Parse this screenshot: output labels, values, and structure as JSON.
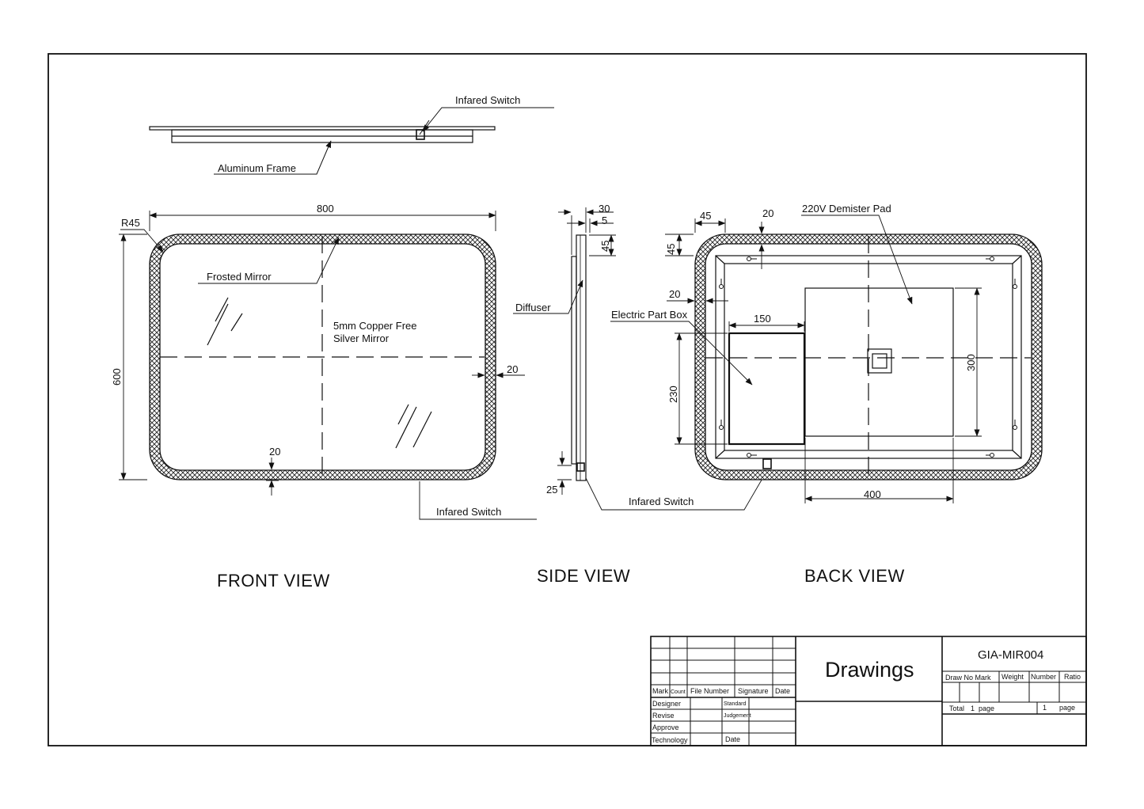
{
  "views": {
    "front": "FRONT VIEW",
    "side": "SIDE VIEW",
    "back": "BACK VIEW"
  },
  "labels": {
    "infared_switch": "Infared Switch",
    "aluminum_frame": "Aluminum Frame",
    "frosted_mirror": "Frosted Mirror",
    "copper_free_line1": "5mm Copper Free",
    "copper_free_line2": "Silver Mirror",
    "diffuser": "Diffuser",
    "demister_pad": "220V Demister Pad",
    "electric_part_box": "Electric Part Box"
  },
  "dimensions": {
    "front_width": "800",
    "front_height": "600",
    "front_radius": "R45",
    "front_edge_right": "20",
    "front_edge_bottom": "20",
    "side_total_depth": "30",
    "side_diffuser_depth": "5",
    "side_top": "45",
    "side_bottom": "25",
    "back_left_top": "45",
    "back_top_offset": "20",
    "back_side_top": "45",
    "back_left_offset": "20",
    "box_width": "150",
    "box_height": "230",
    "pad_height": "300",
    "pad_width": "400"
  },
  "title_block": {
    "title": "Drawings",
    "drawing_code": "GIA-MIR004",
    "col_headers": {
      "mark": "Mark",
      "count": "Count",
      "file_number": "File Number",
      "signature": "Signature",
      "date": "Date"
    },
    "rows": {
      "designer": "Designer",
      "standard": "Standard",
      "revise": "Revise",
      "judgement": "Judgement",
      "approve": "Approve",
      "technology": "Technology",
      "date": "Date"
    },
    "right_headers": {
      "draw_no_mark": "Draw No Mark",
      "weight": "Weight",
      "number": "Number",
      "ratio": "Ratio"
    },
    "totals": {
      "total": "Total",
      "total_count": "1",
      "page1": "page",
      "page_count": "1",
      "page2": "page"
    }
  }
}
